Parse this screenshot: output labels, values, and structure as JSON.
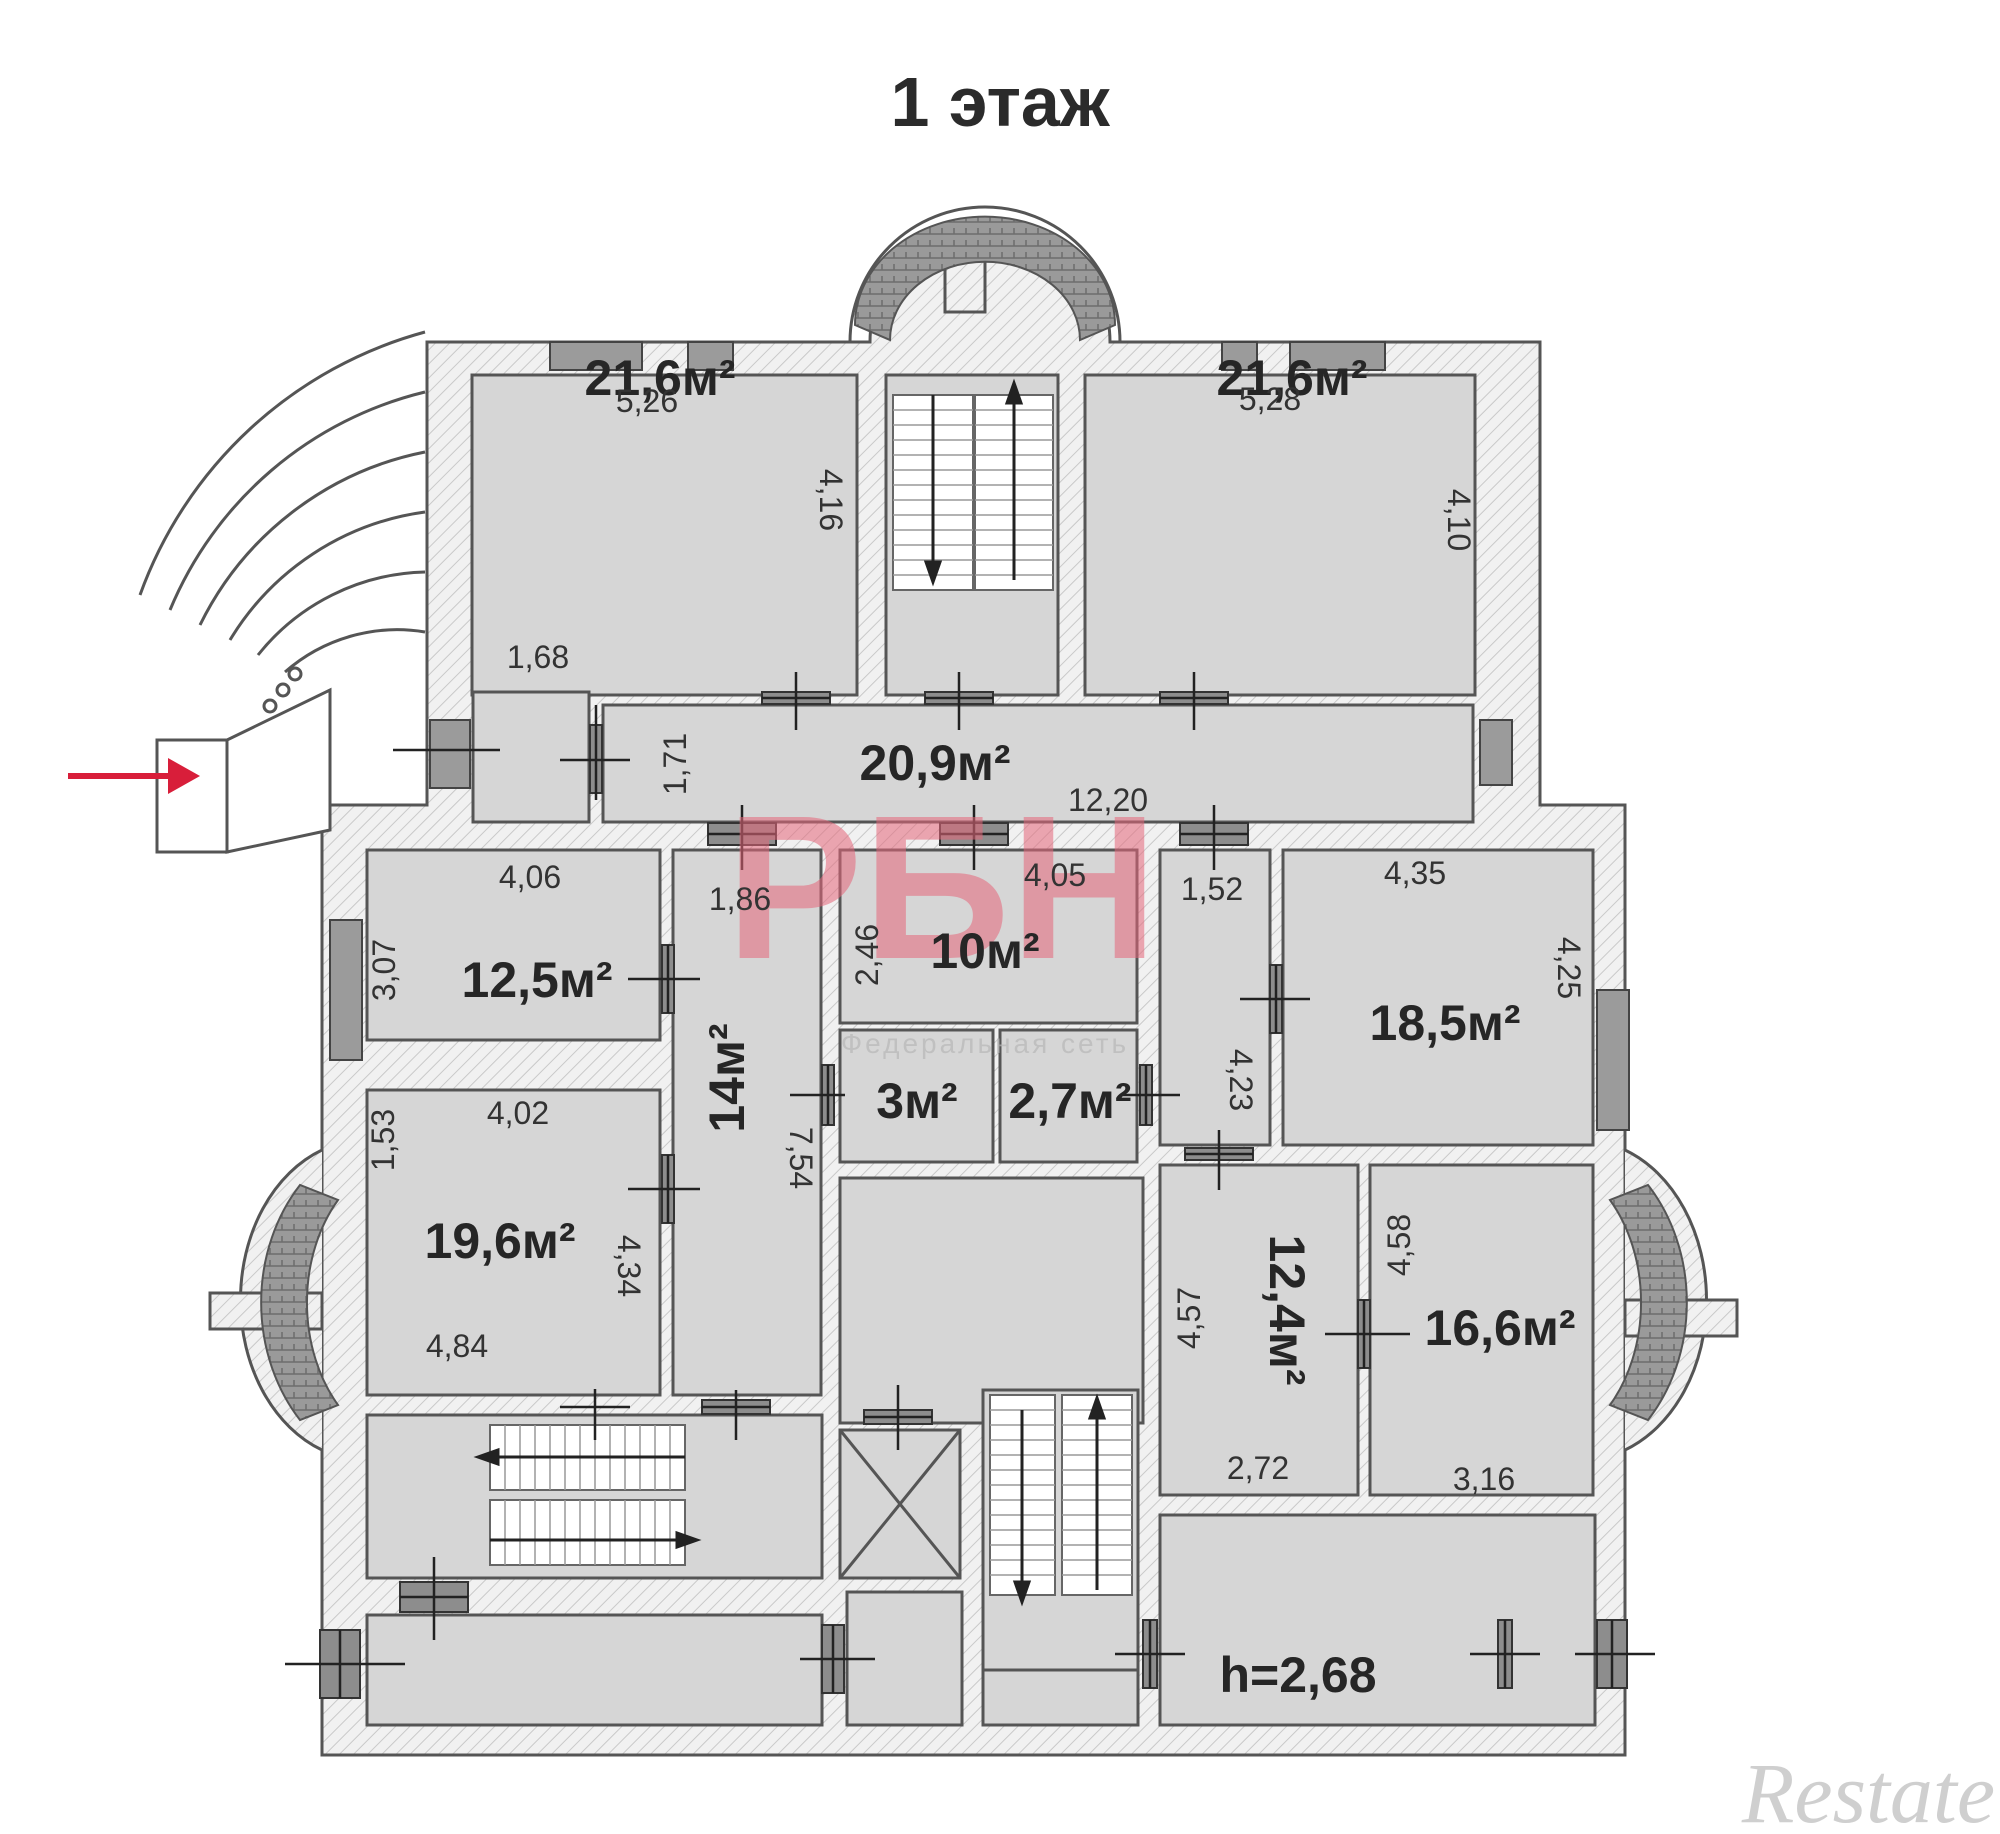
{
  "floor_title": "1 этаж",
  "colors": {
    "room_fill": "#d6d6d6",
    "wall_fill": "#f1f1f1",
    "wall_stroke": "#555555",
    "entrance_arrow": "#d81e3a",
    "watermark": "#e5677a"
  },
  "rooms": [
    {
      "id": "top-left-room",
      "area": "21,6м²",
      "dims": [
        "5,26",
        "4,16",
        "1,68"
      ]
    },
    {
      "id": "top-right-room",
      "area": "21,6м²",
      "dims": [
        "5,28",
        "4,10"
      ]
    },
    {
      "id": "corridor",
      "area": "20,9м²",
      "dims": [
        "1,71",
        "12,20"
      ]
    },
    {
      "id": "room-12-5",
      "area": "12,5м²",
      "dims": [
        "4,06",
        "3,07"
      ]
    },
    {
      "id": "room-14",
      "area": "14м²",
      "dims": [
        "1,86",
        "7,54"
      ]
    },
    {
      "id": "room-10",
      "area": "10м²",
      "dims": [
        "4,05",
        "2,46"
      ]
    },
    {
      "id": "room-3",
      "area": "3м²",
      "dims": []
    },
    {
      "id": "room-2-7",
      "area": "2,7м²",
      "dims": [
        "1,52",
        "4,23"
      ]
    },
    {
      "id": "room-18-5",
      "area": "18,5м²",
      "dims": [
        "4,35",
        "4,25"
      ]
    },
    {
      "id": "room-19-6",
      "area": "19,6м²",
      "dims": [
        "4,02",
        "1,53",
        "4,34",
        "4,84"
      ]
    },
    {
      "id": "room-12-4",
      "area": "12,4м²",
      "dims": [
        "4,57",
        "2,72"
      ]
    },
    {
      "id": "room-16-6",
      "area": "16,6м²",
      "dims": [
        "4,58",
        "3,16"
      ]
    }
  ],
  "ceiling_height": "h=2,68",
  "watermark": {
    "brand": "РБН",
    "tagline": "Федеральная сеть"
  },
  "source_mark": "Restate"
}
